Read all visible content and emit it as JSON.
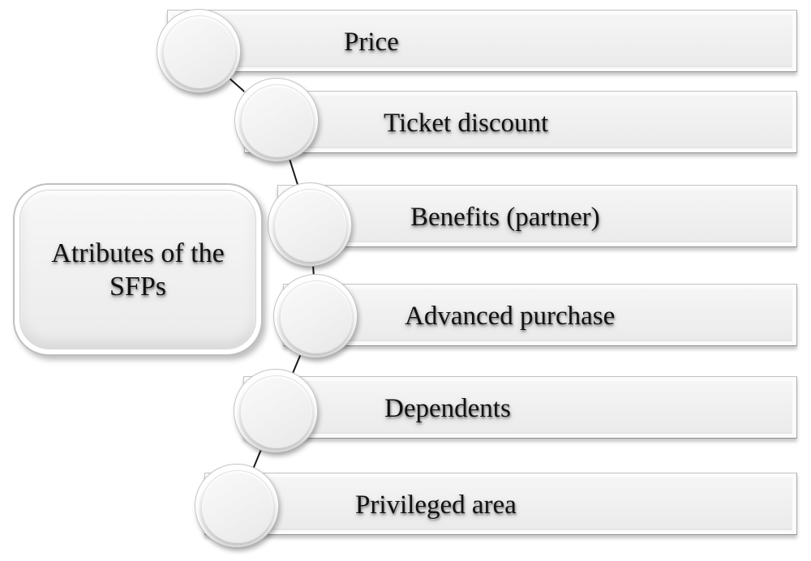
{
  "diagram": {
    "center_label": "Atributes of the SFPs",
    "attributes": [
      {
        "label": "Price"
      },
      {
        "label": "Ticket discount"
      },
      {
        "label": "Benefits (partner)"
      },
      {
        "label": "Advanced purchase"
      },
      {
        "label": "Dependents"
      },
      {
        "label": "Privileged area"
      }
    ],
    "colors": {
      "background": "#ffffff",
      "shape_fill": "#f0f0f0",
      "shape_edge": "#c2c2c2",
      "text": "#121212",
      "connector": "#1a1a1a"
    }
  }
}
